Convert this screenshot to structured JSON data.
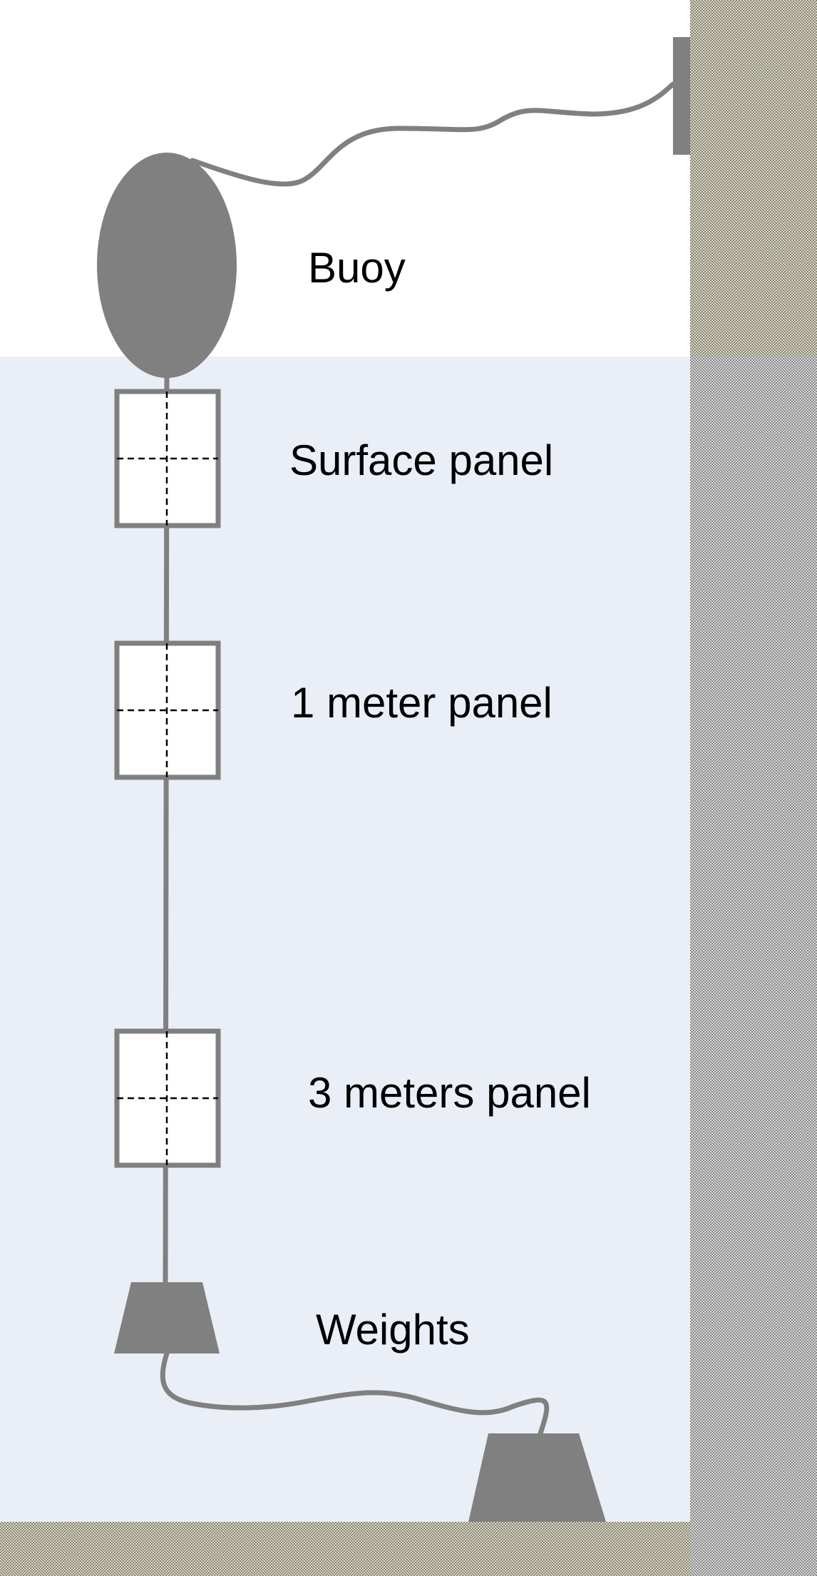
{
  "labels": {
    "buoy": "Buoy",
    "surface_panel": "Surface panel",
    "one_meter_panel": "1 meter panel",
    "three_meters_panel": "3 meters panel",
    "weights": "Weights"
  },
  "colors": {
    "water": "#eaeff7",
    "wall": "#a8a8a8",
    "wall_above_water": "#b0ad9d",
    "seabed": "#cfd0bf",
    "equipment": "#808080"
  }
}
